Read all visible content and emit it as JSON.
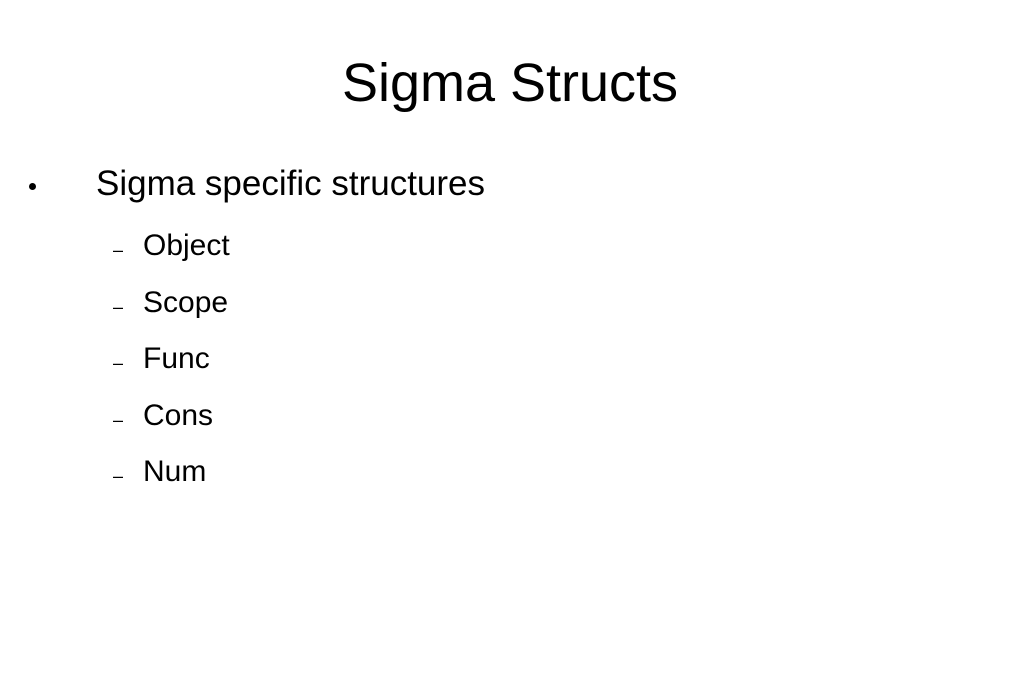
{
  "slide": {
    "title": "Sigma Structs",
    "bullets": [
      {
        "text": "Sigma specific structures",
        "sub_items": [
          {
            "marker": "–",
            "text": "Object"
          },
          {
            "marker": "–",
            "text": "Scope"
          },
          {
            "marker": "–",
            "text": "Func"
          },
          {
            "marker": "–",
            "text": "Cons"
          },
          {
            "marker": "–",
            "text": "Num"
          }
        ]
      }
    ]
  },
  "colors": {
    "background": "#ffffff",
    "text": "#000000"
  }
}
